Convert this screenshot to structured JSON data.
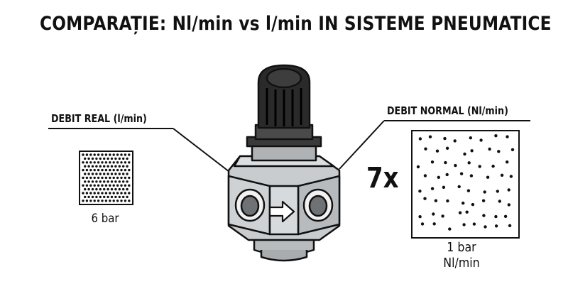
{
  "title": "COMPARAȚIE: Nl/min vs l/min IN SISTEME PNEUMATICE",
  "real": {
    "label": "DEBIT REAL (l/min)",
    "pressure": "6 bar"
  },
  "normal": {
    "label": "DEBIT NORMAL (Nl/min)",
    "multiplier": "7x",
    "pressure": "1 bar",
    "unit": "Nl/min"
  },
  "icons": {
    "device": "pressure-regulator-icon",
    "flow": "flow-arrow-icon"
  },
  "colors": {
    "ink": "#111111",
    "body": "#c9cccf",
    "knob": "#2a2a2a"
  }
}
